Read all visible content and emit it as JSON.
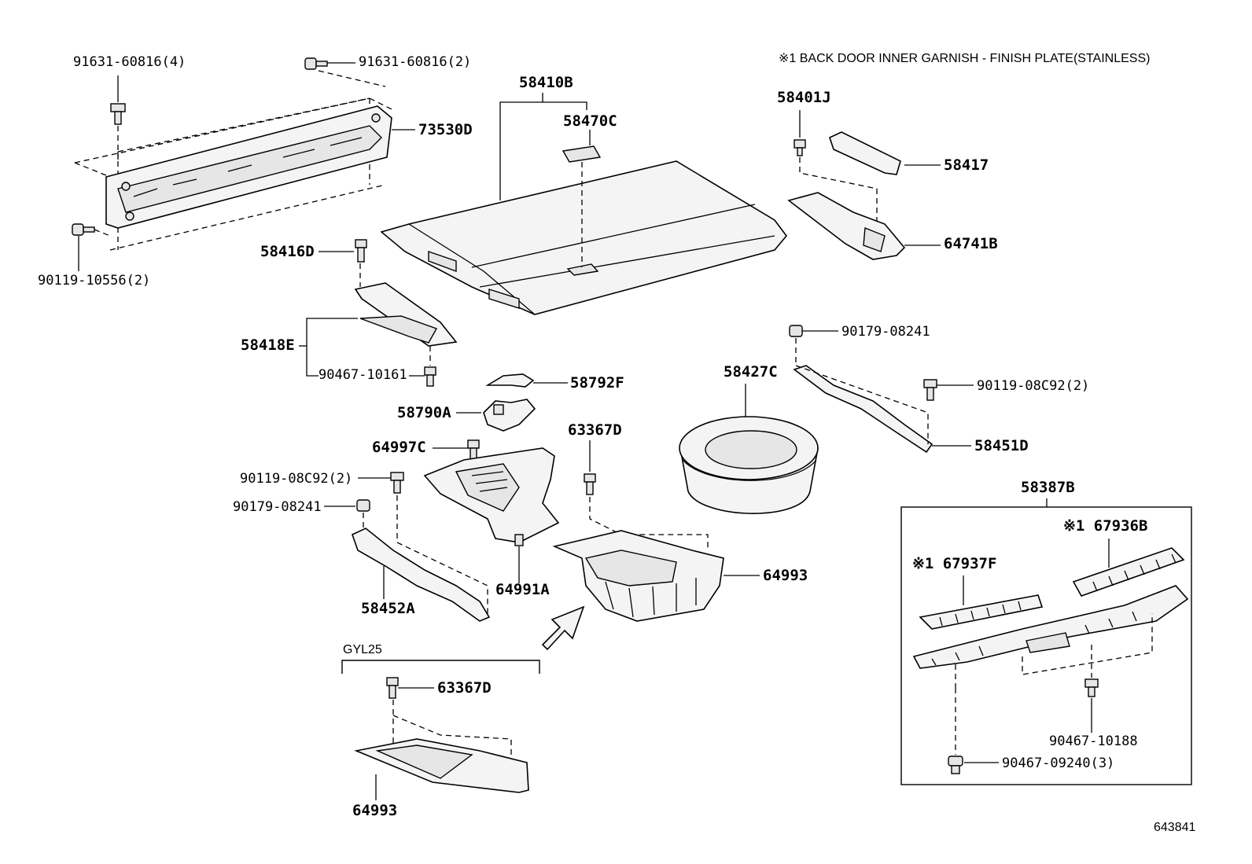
{
  "note": "※1 BACK DOOR INNER GARNISH - FINISH PLATE(STAINLESS)",
  "diagram_id": "643841",
  "group_gyl25": "GYL25",
  "labels": {
    "p91631_60816_4": "91631-60816(4)",
    "p91631_60816_2": "91631-60816(2)",
    "p73530D": "73530D",
    "p90119_10556_2": "90119-10556(2)",
    "p58410B": "58410B",
    "p58470C": "58470C",
    "p58401J": "58401J",
    "p58417": "58417",
    "p64741B": "64741B",
    "p58416D": "58416D",
    "p58418E": "58418E",
    "p90467_10161": "90467-10161",
    "p58792F": "58792F",
    "p58790A": "58790A",
    "p90179_08241_right": "90179-08241",
    "p58427C": "58427C",
    "p90119_08C92_right": "90119-08C92(2)",
    "p58451D": "58451D",
    "p64997C": "64997C",
    "p63367D_top": "63367D",
    "p90119_08C92_left": "90119-08C92(2)",
    "p90179_08241_left": "90179-08241",
    "p64991A": "64991A",
    "p64993_main": "64993",
    "p58452A": "58452A",
    "p58387B": "58387B",
    "p67936B": "※1 67936B",
    "p67937F": "※1 67937F",
    "p90467_10188": "90467-10188",
    "p90467_09240_3": "90467-09240(3)",
    "p63367D_bottom": "63367D",
    "p64993_bottom": "64993"
  }
}
